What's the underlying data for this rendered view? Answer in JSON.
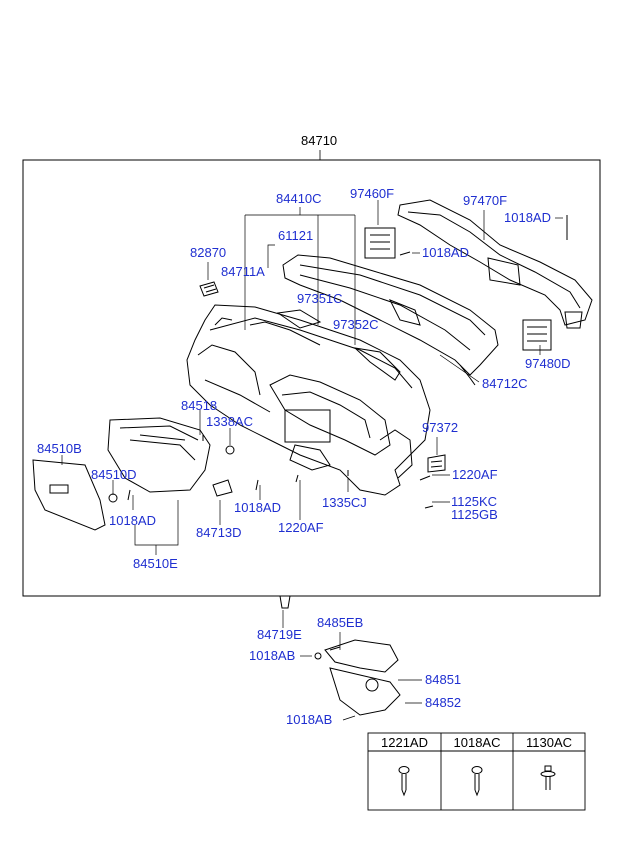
{
  "diagram": {
    "title_part": "84710",
    "colors": {
      "part_number": "#1f2fd0",
      "line": "#000000"
    },
    "part_labels": {
      "p84410C": "84410C",
      "p97460F": "97460F",
      "p97470F": "97470F",
      "p1018AD_top": "1018AD",
      "p61121": "61121",
      "p1018AD_mid": "1018AD",
      "p82870": "82870",
      "p84711A": "84711A",
      "p97351C": "97351C",
      "p97352C": "97352C",
      "p97480D": "97480D",
      "p84712C": "84712C",
      "p84518": "84518",
      "p1338AC": "1338AC",
      "p97372": "97372",
      "p84510B": "84510B",
      "p1220AF_right": "1220AF",
      "p84510D": "84510D",
      "p1018AD_left": "1018AD",
      "p1018AD_center": "1018AD",
      "p1335CJ": "1335CJ",
      "p1125KC": "1125KC",
      "p1125GB": "1125GB",
      "p84713D": "84713D",
      "p1220AF_bottom": "1220AF",
      "p84510E": "84510E",
      "p84719E": "84719E",
      "p8485EB": "8485EB",
      "p1018AB_a": "1018AB",
      "p84851": "84851",
      "p84852": "84852",
      "p1018AB_b": "1018AB"
    },
    "fastener_table": {
      "headers": [
        "1221AD",
        "1018AC",
        "1130AC"
      ],
      "icons": [
        "screw-icon",
        "screw-icon",
        "flange-bolt-icon"
      ]
    }
  }
}
